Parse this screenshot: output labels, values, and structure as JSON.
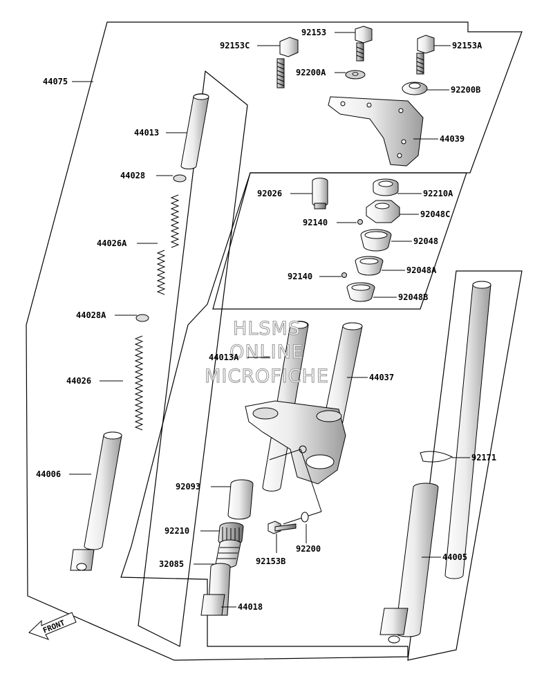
{
  "watermark": {
    "line1": "HLSMS",
    "line2": "ONLINE",
    "line3": "MICROFICHE"
  },
  "direction_arrow": {
    "label": "FRONT"
  },
  "callouts": [
    {
      "id": "92153C",
      "text": "92153C"
    },
    {
      "id": "92153",
      "text": "92153"
    },
    {
      "id": "92153A",
      "text": "92153A"
    },
    {
      "id": "92200A",
      "text": "92200A"
    },
    {
      "id": "92200B",
      "text": "92200B"
    },
    {
      "id": "44039",
      "text": "44039"
    },
    {
      "id": "44075",
      "text": "44075"
    },
    {
      "id": "44013",
      "text": "44013"
    },
    {
      "id": "44028",
      "text": "44028"
    },
    {
      "id": "92026",
      "text": "92026"
    },
    {
      "id": "92210A",
      "text": "92210A"
    },
    {
      "id": "92048C",
      "text": "92048C"
    },
    {
      "id": "92140a",
      "text": "92140"
    },
    {
      "id": "92048",
      "text": "92048"
    },
    {
      "id": "44026A",
      "text": "44026A"
    },
    {
      "id": "92140b",
      "text": "92140"
    },
    {
      "id": "92048A",
      "text": "92048A"
    },
    {
      "id": "92048B",
      "text": "92048B"
    },
    {
      "id": "44028A",
      "text": "44028A"
    },
    {
      "id": "44013A",
      "text": "44013A"
    },
    {
      "id": "44037",
      "text": "44037"
    },
    {
      "id": "44026",
      "text": "44026"
    },
    {
      "id": "92171",
      "text": "92171"
    },
    {
      "id": "44006",
      "text": "44006"
    },
    {
      "id": "92093",
      "text": "92093"
    },
    {
      "id": "92210",
      "text": "92210"
    },
    {
      "id": "92200",
      "text": "92200"
    },
    {
      "id": "32085",
      "text": "32085"
    },
    {
      "id": "92153B",
      "text": "92153B"
    },
    {
      "id": "44005",
      "text": "44005"
    },
    {
      "id": "44018",
      "text": "44018"
    }
  ]
}
